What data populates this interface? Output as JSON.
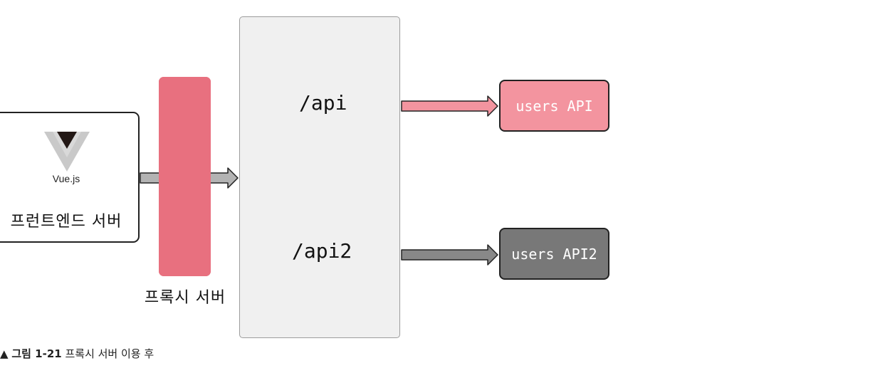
{
  "frontend": {
    "logo_label": "Vue.js",
    "label": "프런트엔드 서버"
  },
  "proxy": {
    "label": "프록시 서버"
  },
  "routes": {
    "api": "/api",
    "api2": "/api2"
  },
  "targets": {
    "users_api": "users API",
    "users_api2": "users API2"
  },
  "caption": {
    "marker": "▲",
    "figure": "그림 1-21",
    "text": "프록시 서버 이용 후"
  },
  "colors": {
    "proxy": "#e8707f",
    "users_api": "#f3949f",
    "users_api2": "#787878",
    "container": "#f0f0f0"
  }
}
